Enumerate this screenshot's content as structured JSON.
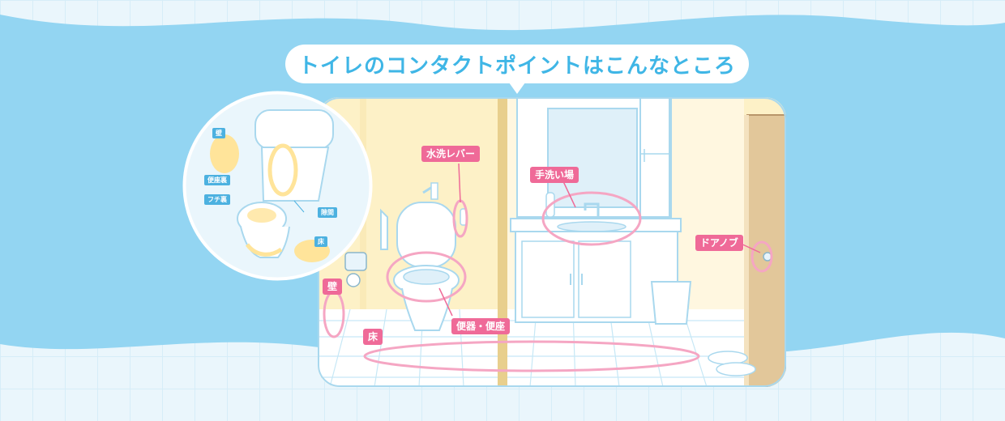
{
  "title": "トイレのコンタクトポイントはこんなところ",
  "labels": {
    "flush_lever": "水洗レバー",
    "sink": "手洗い場",
    "door_knob": "ドアノブ",
    "wall": "壁",
    "floor": "床",
    "toilet_seat": "便器・便座"
  },
  "inset_labels": {
    "wall": "壁",
    "seat_back": "便座裏",
    "lid_back": "フチ裏",
    "gap": "隙間",
    "floor": "床"
  },
  "colors": {
    "sky": "#93d5f2",
    "wall_yellow": "#fdf1c7",
    "pink_accent": "#ef6a98",
    "title_blue": "#3fb6e6",
    "label_blue": "#4cb1e0",
    "highlight_yellow": "#ffe49a"
  }
}
